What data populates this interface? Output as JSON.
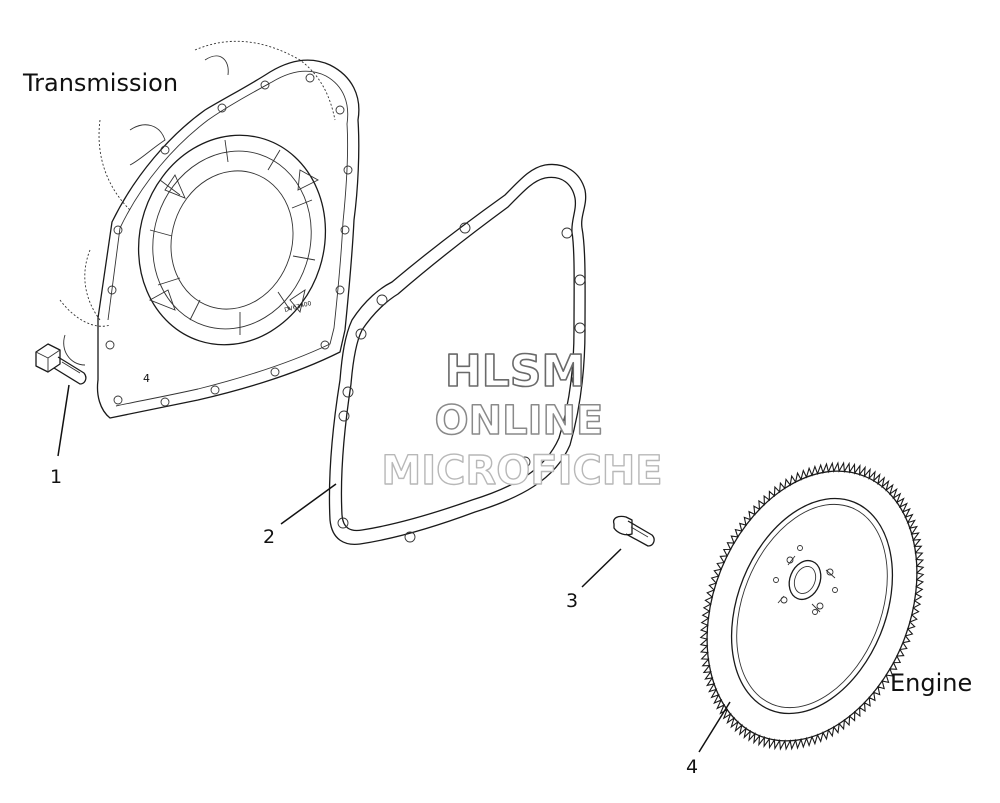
{
  "labels": {
    "transmission": "Transmission",
    "engine": "Engine"
  },
  "callouts": [
    "1",
    "2",
    "3",
    "4"
  ],
  "watermark": {
    "line1": "HLSM",
    "line2": "ONLINE",
    "line3": "MICROFICHE"
  },
  "housing_marks": {
    "part_number": "DV63400",
    "digit": "4"
  }
}
